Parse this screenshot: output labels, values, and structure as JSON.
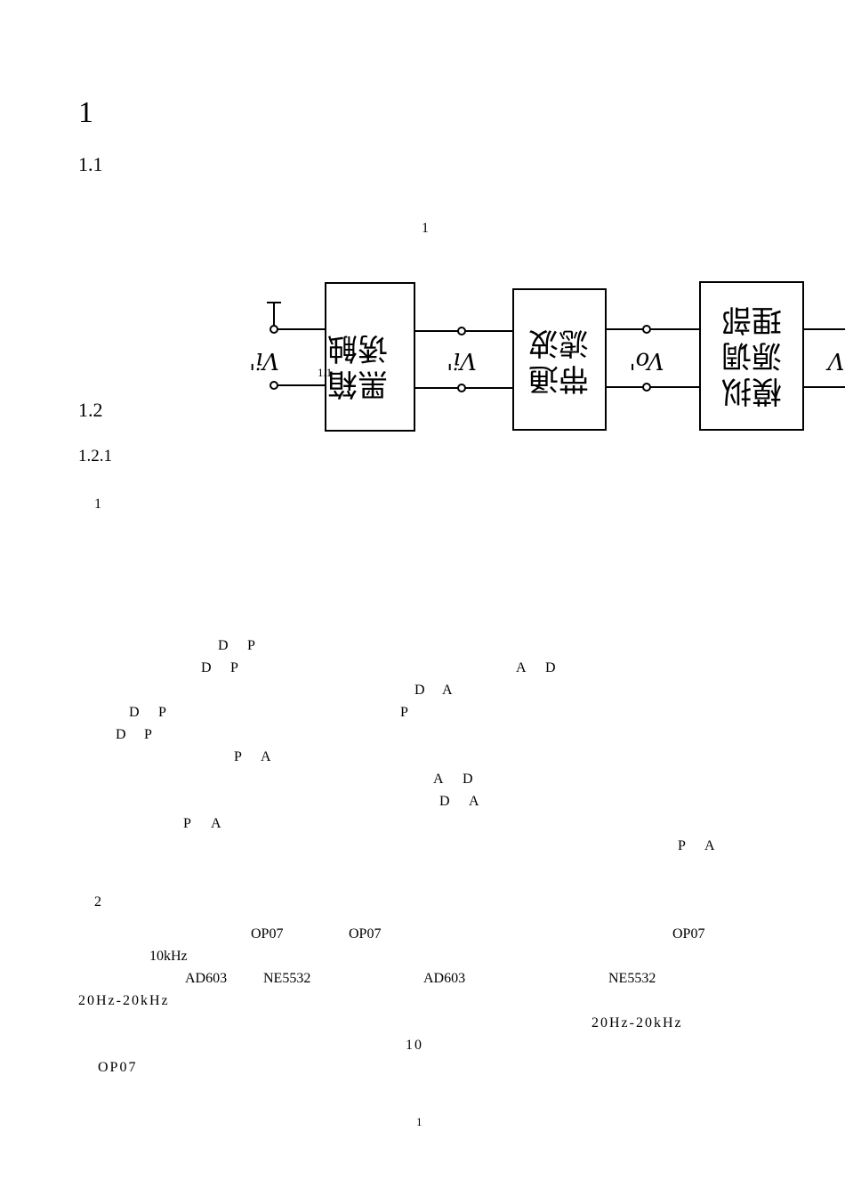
{
  "headings": {
    "chapter": "1",
    "section_1_1": "1.1",
    "section_1_2": "1.2",
    "section_1_2_1": "1.2.1"
  },
  "figure": {
    "number": "1",
    "caption": "1.1",
    "input_label": "Vi'",
    "mid_label_1": "Vi'",
    "mid_label_2": "Vo'",
    "block_1": "黑箱诱触置",
    "block_2": "带通滤波",
    "block_3": "模拟源调理部件",
    "output_label": "V"
  },
  "list": {
    "item_1": "1",
    "item_2": "2"
  },
  "dp_lines": [
    {
      "a": "D",
      "b": "P"
    },
    {
      "a": "D",
      "b": "P"
    },
    {
      "a": "A",
      "b": "D"
    },
    {
      "a": "D",
      "b": "A"
    },
    {
      "a": "D",
      "b": "P"
    },
    {
      "a": "P"
    },
    {
      "a": "D",
      "b": "P"
    },
    {
      "a": "P",
      "b": "A"
    },
    {
      "a": "A",
      "b": "D"
    },
    {
      "a": "D",
      "b": "A"
    },
    {
      "a": "P",
      "b": "A"
    },
    {
      "a": "P",
      "b": "A"
    }
  ],
  "components": {
    "op07_a": "OP07",
    "op07_b": "OP07",
    "op07_c": "OP07",
    "freq_10k": "10kHz",
    "ad603_a": "AD603",
    "ne5532_a": "NE5532",
    "ad603_b": "AD603",
    "ne5532_b": "NE5532",
    "range_a": "20Hz-20kHz",
    "range_b": "20Hz-20kHz",
    "ten": "10",
    "op07_d": "OP07"
  },
  "footer": {
    "page_number": "1"
  }
}
